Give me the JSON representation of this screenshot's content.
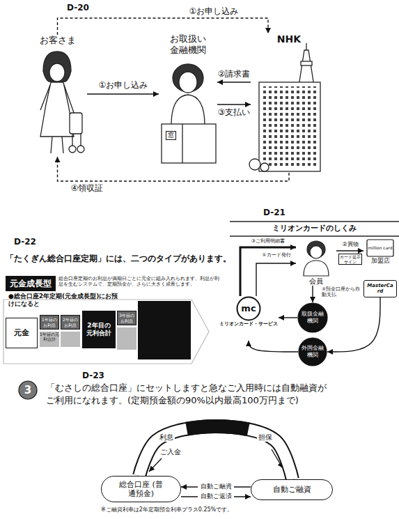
{
  "diagram": {
    "nodes": [
      {
        "text": [
          "お客さま"
        ]
      },
      {
        "text": [
          "お取扱い 金融機関"
        ]
      },
      {
        "text": [
          "NHK"
        ]
      },
      {
        "text": [
          "会員"
        ]
      },
      {
        "text": [
          "mc",
          "ミリオンカード・サービス"
        ]
      },
      {
        "text": [
          "million card",
          "加盟店"
        ]
      },
      {
        "text": [
          "MasterCard"
        ]
      },
      {
        "text": [
          "取扱金融機関"
        ]
      },
      {
        "text": [
          "外国金融機関"
        ]
      },
      {
        "text": [
          "元金成長型"
        ]
      },
      {
        "text": [
          "元金"
        ]
      },
      {
        "text": [
          "1年目のお利息"
        ]
      },
      {
        "text": [
          "2年目のお利息"
        ]
      },
      {
        "text": [
          "2年目の元利合計"
        ]
      },
      {
        "text": [
          "3年目のお利息"
        ]
      },
      {
        "text": [
          "3"
        ]
      },
      {
        "text": [
          "総合口座 (普通預金)"
        ]
      },
      {
        "text": [
          "自動ご融資"
        ]
      }
    ],
    "edges": [
      {
        "from": 0,
        "to": 2,
        "label": "①お申し込み",
        "arrow": "to"
      },
      {
        "from": 0,
        "to": 1,
        "label": "①お申し込み",
        "arrow": "to"
      },
      {
        "from": 2,
        "to": 1,
        "label": "②請求書",
        "arrow": "to"
      },
      {
        "from": 1,
        "to": 2,
        "label": "③支払い",
        "arrow": "to"
      },
      {
        "from": 2,
        "to": 0,
        "label": "④領収証",
        "arrow": "to"
      },
      {
        "from": 4,
        "to": 3,
        "label": "③ご利用明細書",
        "arrow": "to"
      },
      {
        "from": 4,
        "to": 3,
        "label": "①カード発行",
        "arrow": "to"
      },
      {
        "from": 3,
        "to": 5,
        "label": "②買物",
        "arrow": "to"
      },
      {
        "from": 3,
        "to": 7,
        "label": "④預金口座から自動支払",
        "arrow": "to"
      },
      {
        "from": 7,
        "to": 4,
        "arrow": "to"
      },
      {
        "from": 6,
        "to": 8,
        "arrow": "to"
      },
      {
        "from": 8,
        "to": 4,
        "arrow": "to"
      },
      {
        "from": 16,
        "to": 17,
        "arrow": "none"
      },
      {
        "from": 17,
        "to": 16,
        "label": "自動ご融資",
        "arrow": "to"
      },
      {
        "from": 16,
        "to": 17,
        "label": "自動ご返済",
        "arrow": "to"
      }
    ],
    "labels": [
      "D-20",
      "窓",
      "D-21",
      "ミリオンカードのしくみ",
      "カード提示 サイン",
      "D-22",
      "「たくぎん総合口座定期」には、二つのタイプがあります。",
      "総合口座定期のお利息が満期日ごとに元金に組み入れられます。利息が利息を生むシステムで、定期預金が、さらに大きく成長します。",
      "●総合口座2年定期(元金成長型)にお預けになると",
      "1年目の元利合計",
      "D-23",
      "「むさしの総合口座」にセットしますと急なご入用時には自動融資がご利用になれます。(定期預金額の90%以内最高100万円まで)",
      "利息",
      "ご入金",
      "担保",
      "※ご融資利率は2年定期預金利率プラス0.25%です。"
    ]
  }
}
